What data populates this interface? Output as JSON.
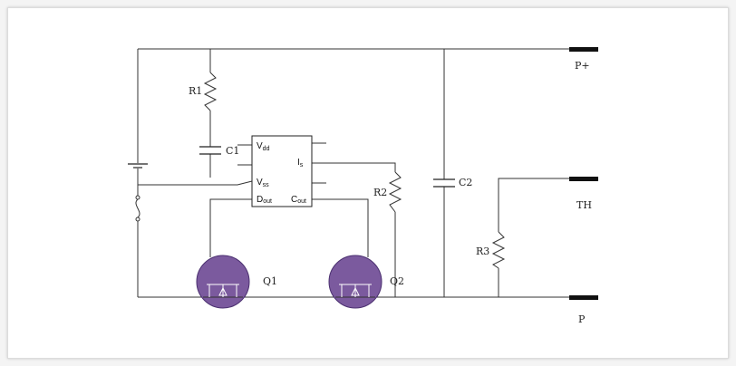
{
  "components": {
    "r1": "R1",
    "c1": "C1",
    "r2": "R2",
    "c2": "C2",
    "r3": "R3",
    "q1": "Q1",
    "q2": "Q2"
  },
  "ic_pins": {
    "vdd": {
      "main": "V",
      "sub": "dd"
    },
    "vss": {
      "main": "V",
      "sub": "ss"
    },
    "dout": {
      "main": "D",
      "sub": "out"
    },
    "is": {
      "main": "I",
      "sub": "s"
    },
    "cout": {
      "main": "C",
      "sub": "out"
    }
  },
  "terminals": {
    "p_plus": "P+",
    "th": "TH",
    "p_minus": "P"
  },
  "colors": {
    "mosfet_fill": "#7b5a9e",
    "mosfet_stroke": "#4b3070",
    "wire": "#333333"
  }
}
